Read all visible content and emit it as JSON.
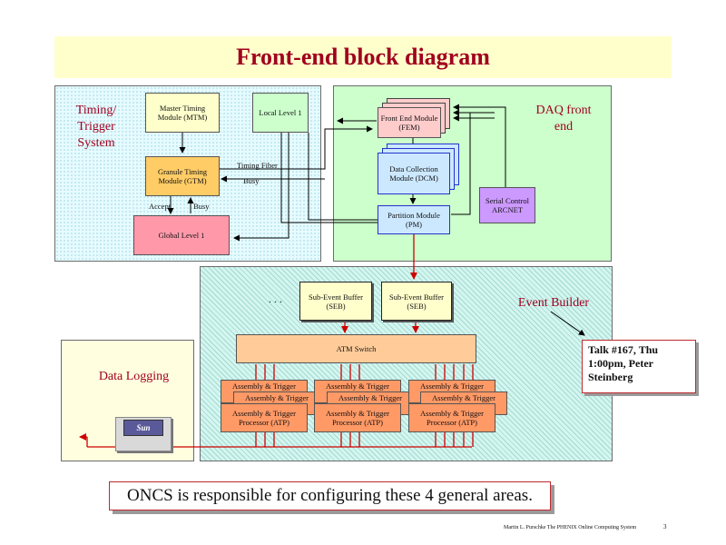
{
  "title": "Front-end block diagram",
  "regions": {
    "timing": "Timing/ Trigger System",
    "daq": "DAQ front end",
    "event_builder": "Event Builder",
    "data_logging": "Data Logging"
  },
  "blocks": {
    "mtm": "Master Timing Module (MTM)",
    "local_level1": "Local Level 1",
    "gtm": "Granule Timing Module (GTM)",
    "global_level1": "Global Level 1",
    "fem": "Front End Module (FEM)",
    "dcm": "Data Collection Module (DCM)",
    "serial_control": "Serial Control ARCNET",
    "pm": "Partition Module (PM)",
    "seb1": "Sub-Event Buffer (SEB)",
    "seb2": "Sub-Event Buffer (SEB)",
    "seb_ellipsis": ". . .",
    "atm_switch": "ATM Switch",
    "atp_stack_label": "Assembly & Trigger",
    "atp1": "Assembly & Trigger Processor (ATP)",
    "atp2": "Assembly & Trigger Processor (ATP)",
    "atp3": "Assembly & Trigger Processor (ATP)",
    "sun_logo": "Sun"
  },
  "signals": {
    "timing_fiber": "Timing Fiber",
    "busy1": "Busy",
    "accept": "Accept",
    "busy2": "Busy"
  },
  "note": "Talk #167, Thu 1:00pm, Peter Steinberg",
  "bottom_note": "ONCS is responsible for configuring these 4 general areas.",
  "footer": {
    "author": "Martin L. Purschke The PHENIX Online Computing System",
    "page": "3"
  },
  "colors": {
    "title": "#a0001e",
    "title_band": "#ffffcc",
    "timing_region": "#e6fbff",
    "daq_region": "#ccffcc",
    "event_builder_region": "#d3f6ef",
    "data_logging_region": "#ffffe0",
    "mtm": "#ffffcc",
    "local_level1": "#ccffcc",
    "gtm": "#ffcc66",
    "global_level1": "#ff99aa",
    "fem": "#ffcccc",
    "dcm": "#cce8ff",
    "serial_control": "#cc99ff",
    "pm": "#cce8ff",
    "seb": "#ffffcc",
    "atm_switch": "#ffcc99",
    "atp": "#ff9966",
    "data_arrows": "#cc0000"
  }
}
